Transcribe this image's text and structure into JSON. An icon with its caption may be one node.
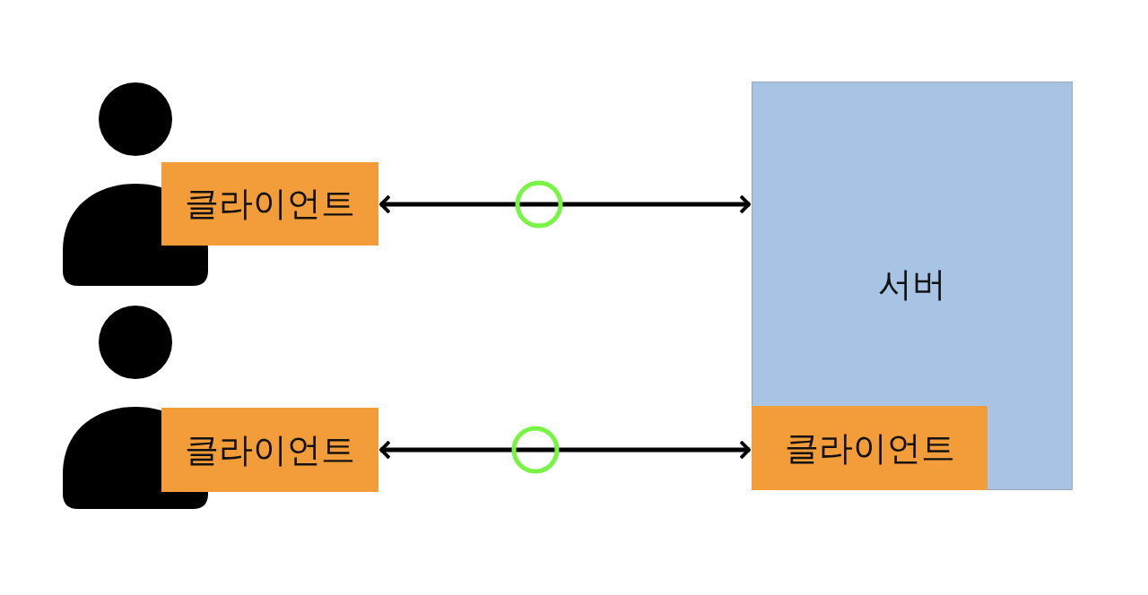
{
  "diagram": {
    "nodes": [
      {
        "text": [],
        "shape": "person"
      },
      {
        "text": [
          "클라이언트"
        ]
      },
      {
        "text": [],
        "shape": "person"
      },
      {
        "text": [
          "클라이언트"
        ]
      },
      {
        "text": [
          "서버"
        ]
      },
      {
        "text": [
          "클라이언트"
        ],
        "in": 4
      }
    ],
    "edges": [
      {
        "from": 1,
        "to": 4,
        "arrow": "both"
      },
      {
        "from": 3,
        "to": 5,
        "arrow": "both"
      }
    ]
  }
}
